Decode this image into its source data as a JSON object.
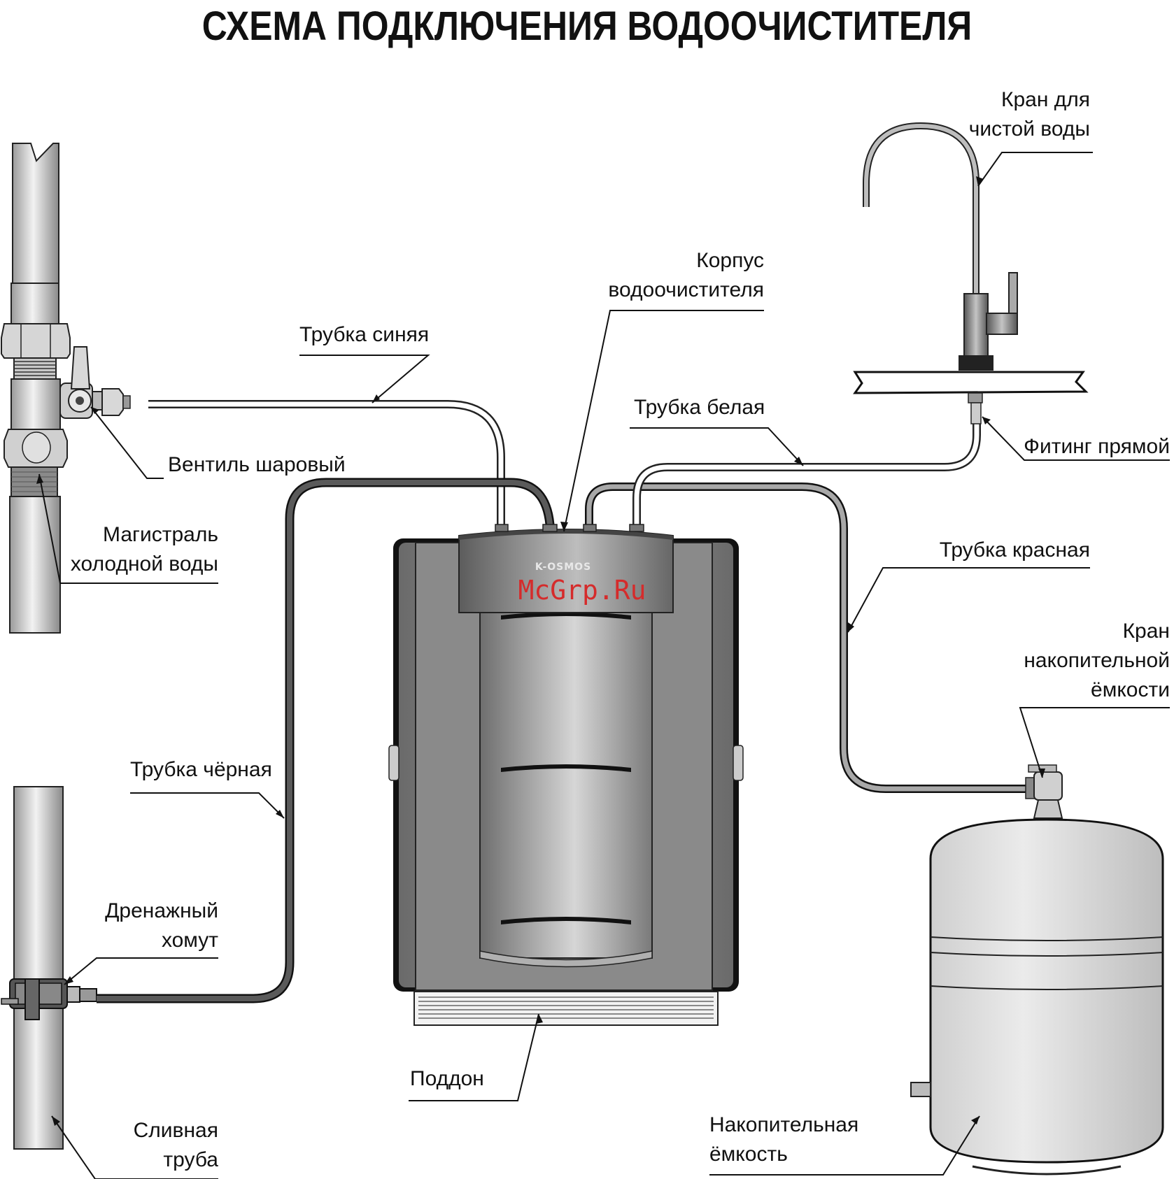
{
  "title": "СХЕМА ПОДКЛЮЧЕНИЯ ВОДООЧИСТИТЕЛЯ",
  "brand": "K-OSMOS",
  "watermark": "McGrp.Ru",
  "colors": {
    "tube_dark": "#5a5a5a",
    "tube_light": "#ffffff",
    "metal": "#c8c8c8",
    "housing": "#8e8e8e",
    "watermark": "#d52b2b"
  },
  "labels": {
    "faucet": [
      "Кран для",
      "чистой воды"
    ],
    "housing": [
      "Корпус",
      "водоочистителя"
    ],
    "blue_tube": "Трубка синяя",
    "white_tube": "Трубка белая",
    "straight_fitting": "Фитинг прямой",
    "ball_valve": "Вентиль шаровый",
    "cold_main": [
      "Магистраль",
      "холодной воды"
    ],
    "red_tube": "Трубка красная",
    "tank_valve": [
      "Кран",
      "накопительной",
      "ёмкости"
    ],
    "black_tube": "Трубка чёрная",
    "drain_clamp": [
      "Дренажный",
      "хомут"
    ],
    "tray": "Поддон",
    "drain_pipe": [
      "Сливная",
      "труба"
    ],
    "tank": [
      "Накопительная",
      "ёмкость"
    ]
  }
}
